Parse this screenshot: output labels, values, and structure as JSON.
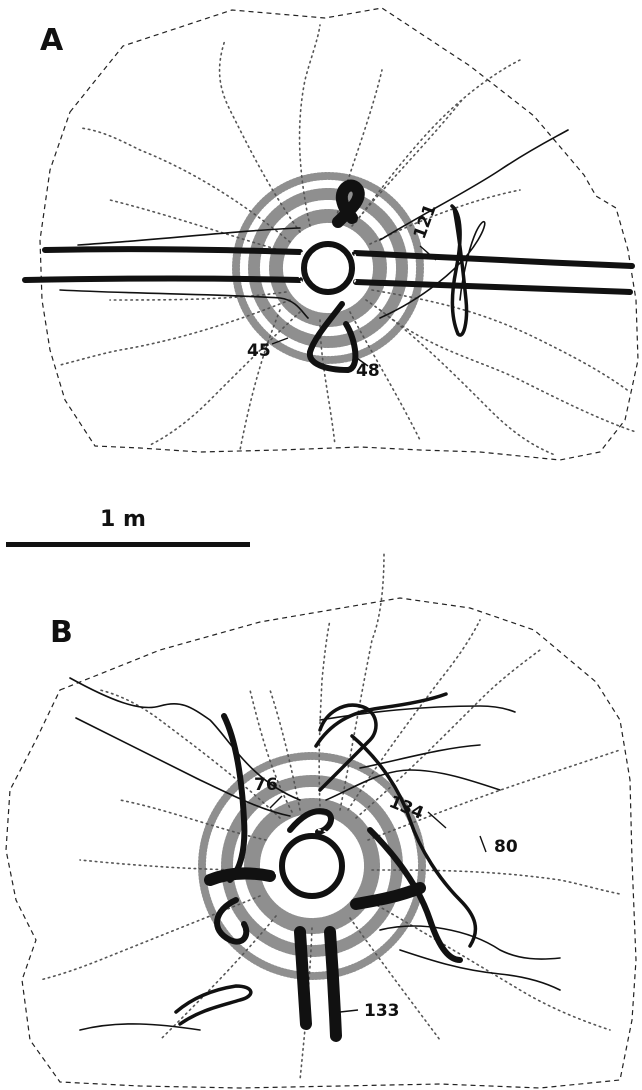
{
  "panels": {
    "a": {
      "label": "A",
      "numbers": [
        "121",
        "45",
        "48"
      ]
    },
    "b": {
      "label": "B",
      "numbers": [
        "76",
        "134",
        "80",
        "133"
      ]
    }
  },
  "scale_bar": {
    "label": "1 m"
  }
}
